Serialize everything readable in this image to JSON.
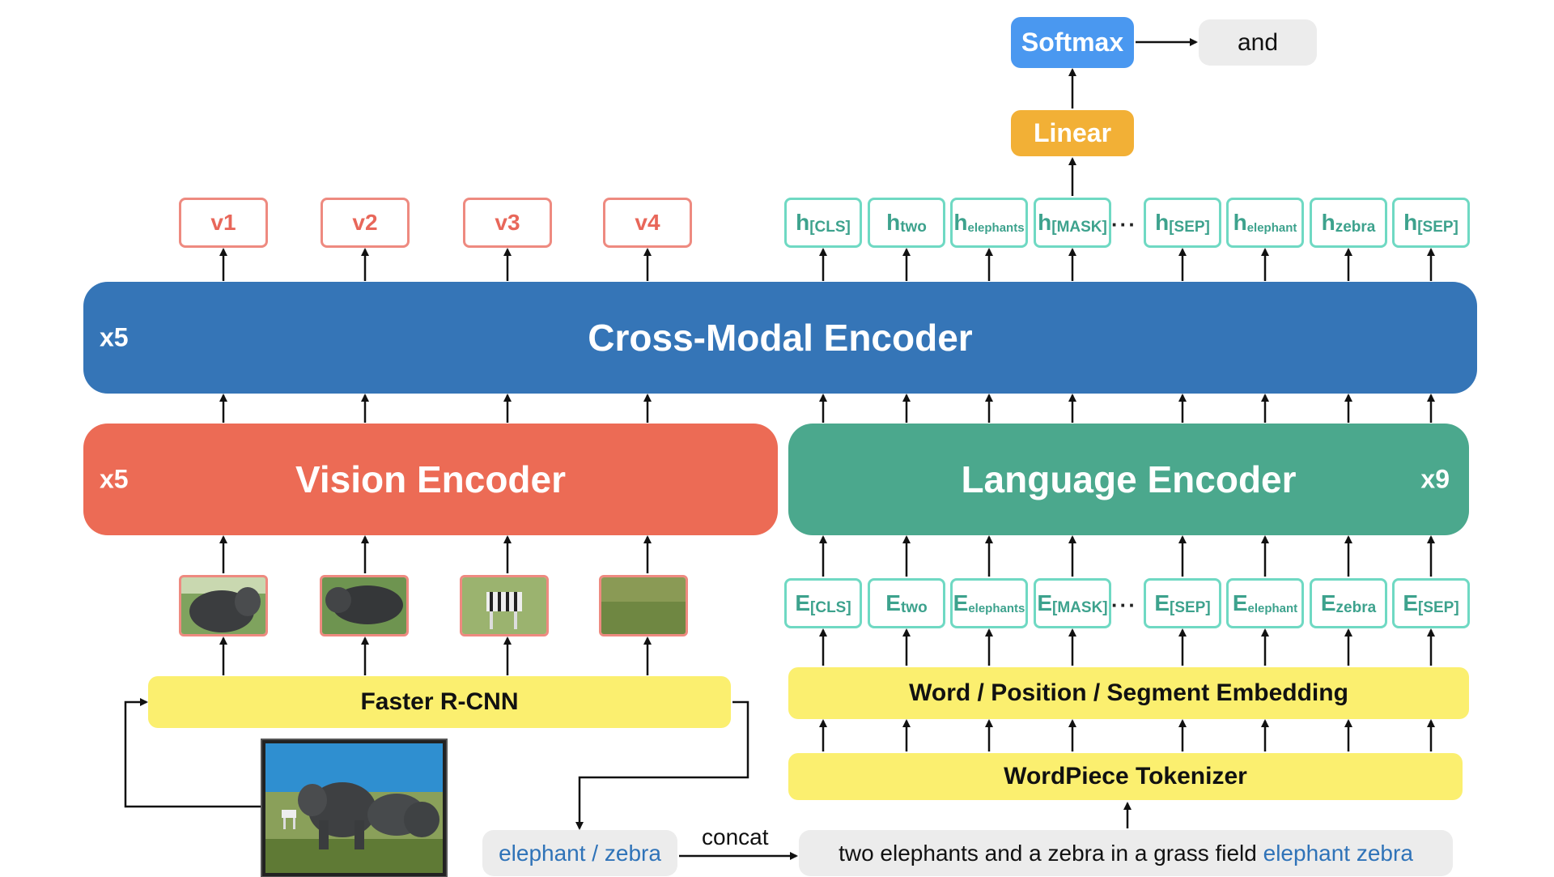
{
  "encoders": {
    "cross_modal": {
      "title": "Cross-Modal Encoder",
      "repeat": "x5",
      "color": "#3575b7"
    },
    "vision": {
      "title": "Vision Encoder",
      "repeat": "x5",
      "color": "#ec6b55"
    },
    "language": {
      "title": "Language Encoder",
      "repeat": "x9",
      "color": "#4ba88d"
    }
  },
  "output_head": {
    "softmax": "Softmax",
    "linear": "Linear",
    "prediction": "and",
    "softmax_color": "#4a98f0",
    "linear_color": "#f2b036"
  },
  "vision_outputs": [
    {
      "base": "v",
      "sub": "1"
    },
    {
      "base": "v",
      "sub": "2"
    },
    {
      "base": "v",
      "sub": "3"
    },
    {
      "base": "v",
      "sub": "4"
    }
  ],
  "hidden_outputs": [
    {
      "base": "h",
      "sub": "[CLS]"
    },
    {
      "base": "h",
      "sub": "two"
    },
    {
      "base": "h",
      "sub": "elephants"
    },
    {
      "base": "h",
      "sub": "[MASK]"
    },
    {
      "base": "h",
      "sub": "[SEP]"
    },
    {
      "base": "h",
      "sub": "elephant"
    },
    {
      "base": "h",
      "sub": "zebra"
    },
    {
      "base": "h",
      "sub": "[SEP]"
    }
  ],
  "embeddings": [
    {
      "base": "E",
      "sub": "[CLS]"
    },
    {
      "base": "E",
      "sub": "two"
    },
    {
      "base": "E",
      "sub": "elephants"
    },
    {
      "base": "E",
      "sub": "[MASK]"
    },
    {
      "base": "E",
      "sub": "[SEP]"
    },
    {
      "base": "E",
      "sub": "elephant"
    },
    {
      "base": "E",
      "sub": "zebra"
    },
    {
      "base": "E",
      "sub": "[SEP]"
    }
  ],
  "ellipsis": "···",
  "region_crops": [
    "elephant-region-icon",
    "elephant-region-icon",
    "zebra-region-icon",
    "grass-region-icon"
  ],
  "faster_rcnn": "Faster R-CNN",
  "embedding_layer": "Word / Position / Segment Embedding",
  "tokenizer": "WordPiece Tokenizer",
  "detected_labels": "elephant / zebra",
  "concat_label": "concat",
  "caption": {
    "text": "two elephants and a zebra in a grass field",
    "tags": "elephant zebra"
  },
  "input_image": "elephants-and-zebra-photo"
}
